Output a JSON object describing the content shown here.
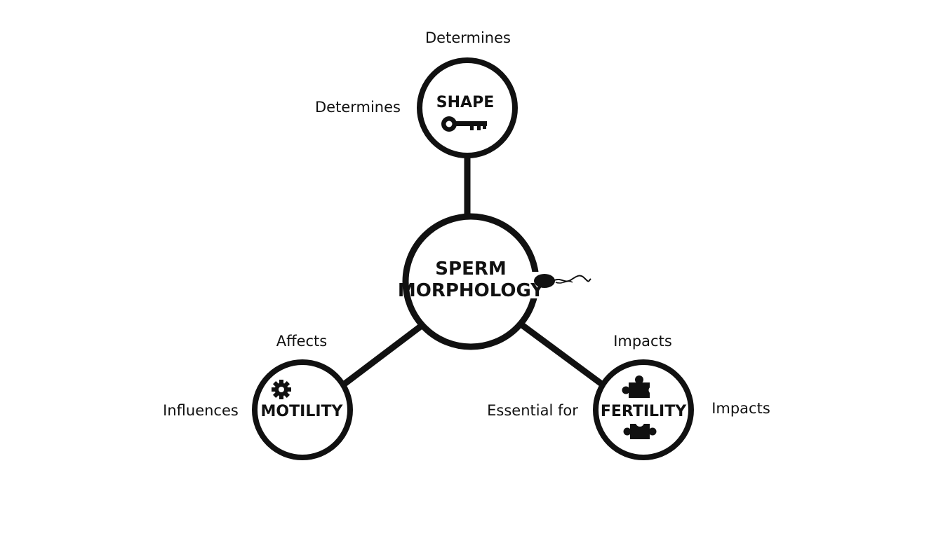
{
  "colors": {
    "ink": "#111111",
    "background": "#ffffff"
  },
  "nodes": {
    "center": {
      "line1": "SPERM",
      "line2": "MORPHOLOGY",
      "icon": "sperm-icon"
    },
    "shape": {
      "label": "SHAPE",
      "icon": "key-icon"
    },
    "motility": {
      "label": "MOTILITY",
      "icon": "gear-icon"
    },
    "fertility": {
      "label": "FERTILITY",
      "icon": "puzzle-piece-icon"
    }
  },
  "labels": {
    "shape_top": "Determines",
    "shape_left": "Determines",
    "motility_top": "Affects",
    "motility_left": "Influences",
    "fertility_top": "Impacts",
    "fertility_right": "Impacts",
    "fertility_left": "Essential for"
  }
}
